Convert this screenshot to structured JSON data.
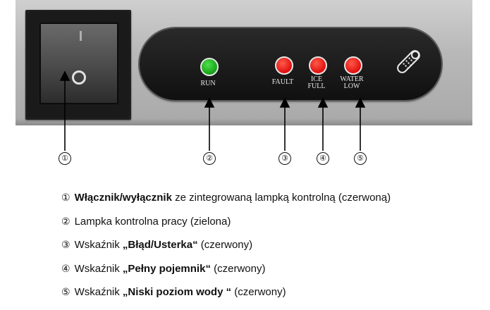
{
  "panel": {
    "leds": [
      {
        "label": "RUN",
        "color": "#16a016"
      },
      {
        "label": "FAULT",
        "color": "#e00f0f"
      },
      {
        "label": "ICE FULL",
        "line1": "ICE",
        "line2": "FULL",
        "color": "#e00f0f"
      },
      {
        "label": "WATER LOW",
        "line1": "WATER",
        "line2": "LOW",
        "color": "#e00f0f"
      }
    ],
    "rocker_on_symbol": "I",
    "rocker_off_symbol": "O",
    "icon": "drain-pipe-icon"
  },
  "callouts": [
    "①",
    "②",
    "③",
    "④",
    "⑤"
  ],
  "legend": [
    {
      "num": "①",
      "pre": "",
      "bold": "Włącznik/wyłącznik",
      "post": " ze zintegrowaną lampką kontrolną (czerwoną)"
    },
    {
      "num": "②",
      "pre": "Lampka kontrolna pracy (zielona)",
      "bold": "",
      "post": ""
    },
    {
      "num": "③",
      "pre": "Wskaźnik ",
      "bold": "„Błąd/Usterka“",
      "post": " (czerwony)"
    },
    {
      "num": "④",
      "pre": "Wskaźnik ",
      "bold": "„Pełny pojemnik“",
      "post": " (czerwony)"
    },
    {
      "num": "⑤",
      "pre": "Wskaźnik ",
      "bold": "„Niski poziom wody “",
      "post": " (czerwony)"
    }
  ]
}
